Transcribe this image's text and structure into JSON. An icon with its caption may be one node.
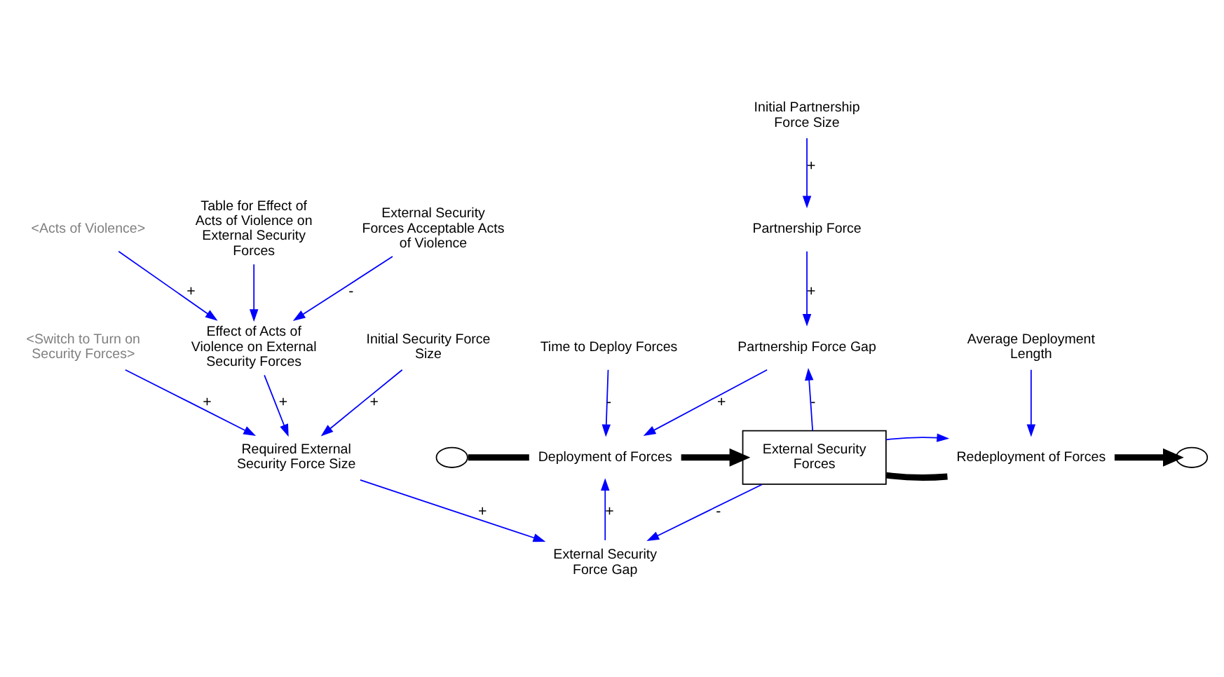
{
  "diagram": {
    "nodes": [
      {
        "text": [
          "Partnership Force"
        ]
      },
      {
        "text": [
          "Initial Partnership Force Size"
        ]
      },
      {
        "text": [
          "Partnership Force Gap"
        ]
      },
      {
        "text": [
          "Time to Deploy Forces"
        ]
      },
      {
        "text": [
          "Average Deployment Length"
        ]
      },
      {
        "text": [],
        "shape": "cloud"
      },
      {
        "text": [
          "Deployment of Forces"
        ]
      },
      {
        "text": [
          "External Security Forces"
        ]
      },
      {
        "text": [
          "Redeployment of Forces"
        ]
      },
      {
        "text": [],
        "shape": "cloud"
      },
      {
        "text": [
          "External Security Force Gap"
        ]
      },
      {
        "text": [
          "<Switch to Turn on Security Forces>"
        ]
      },
      {
        "text": [
          "External Security Forces Acceptable Acts of Violence"
        ]
      },
      {
        "text": [
          "<Acts of Violence>"
        ]
      },
      {
        "text": [
          "Required External Security Force Size"
        ]
      },
      {
        "text": [
          "Effect of Acts of Violence on External Security Forces"
        ]
      },
      {
        "text": [
          "Initial Security Force Size"
        ]
      },
      {
        "text": [
          "Table for Effect of Acts of Violence on External Security Forces"
        ]
      }
    ],
    "edges": [
      {
        "from": 1,
        "to": 0,
        "arrow": "to",
        "label": "+"
      },
      {
        "from": 0,
        "to": 2,
        "arrow": "to",
        "label": "+"
      },
      {
        "from": 7,
        "to": 2,
        "arrow": "to",
        "label": "-"
      },
      {
        "from": 3,
        "to": 6,
        "arrow": "to",
        "label": "-"
      },
      {
        "from": 2,
        "to": 6,
        "arrow": "to",
        "label": "+"
      },
      {
        "from": 5,
        "to": 6,
        "arrow": "none",
        "style": "thick",
        "color": "#000000"
      },
      {
        "from": 6,
        "to": 7,
        "arrow": "to",
        "style": "thick",
        "color": "#000000"
      },
      {
        "from": 7,
        "to": 8,
        "arrow": "none",
        "style": "thick",
        "color": "#000000"
      },
      {
        "from": 8,
        "to": 9,
        "arrow": "to",
        "style": "thick",
        "color": "#000000"
      },
      {
        "from": 7,
        "to": 8,
        "arrow": "to"
      },
      {
        "from": 4,
        "to": 8,
        "arrow": "to"
      },
      {
        "from": 10,
        "to": 6,
        "arrow": "to",
        "label": "+"
      },
      {
        "from": 7,
        "to": 10,
        "arrow": "to",
        "label": "-"
      },
      {
        "from": 14,
        "to": 10,
        "arrow": "to",
        "label": "+"
      },
      {
        "from": 11,
        "to": 14,
        "arrow": "to",
        "label": "+"
      },
      {
        "from": 16,
        "to": 14,
        "arrow": "to",
        "label": "+"
      },
      {
        "from": 15,
        "to": 14,
        "arrow": "to",
        "label": "+"
      },
      {
        "from": 12,
        "to": 15,
        "arrow": "to",
        "label": "-"
      },
      {
        "from": 13,
        "to": 15,
        "arrow": "to",
        "label": "+"
      },
      {
        "from": 17,
        "to": 15,
        "arrow": "to"
      }
    ]
  }
}
